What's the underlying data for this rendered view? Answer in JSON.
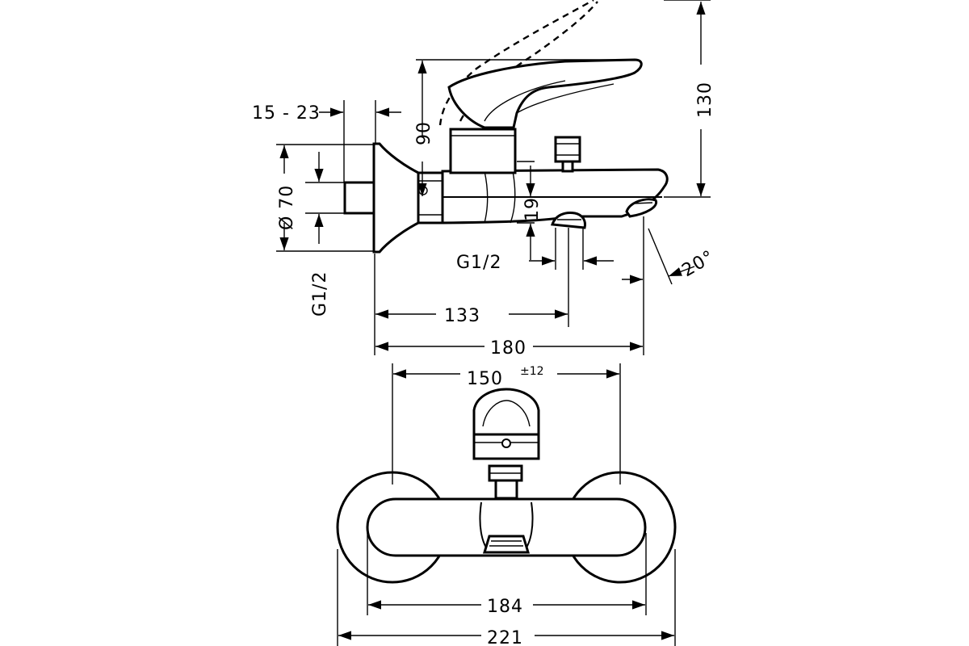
{
  "side_view": {
    "dim_wall_range": "15 - 23",
    "dim_height_90": "90",
    "dim_height_130": "130",
    "dim_flange_dia": "Ø 70",
    "dim_thread_left": "G1/2",
    "dim_spout_19": "19",
    "dim_thread_bottom": "G1/2",
    "dim_angle": "20°",
    "dim_133": "133",
    "dim_180": "180"
  },
  "front_view": {
    "dim_centers": "150",
    "dim_centers_tol": "±12",
    "dim_184": "184",
    "dim_221": "221"
  }
}
